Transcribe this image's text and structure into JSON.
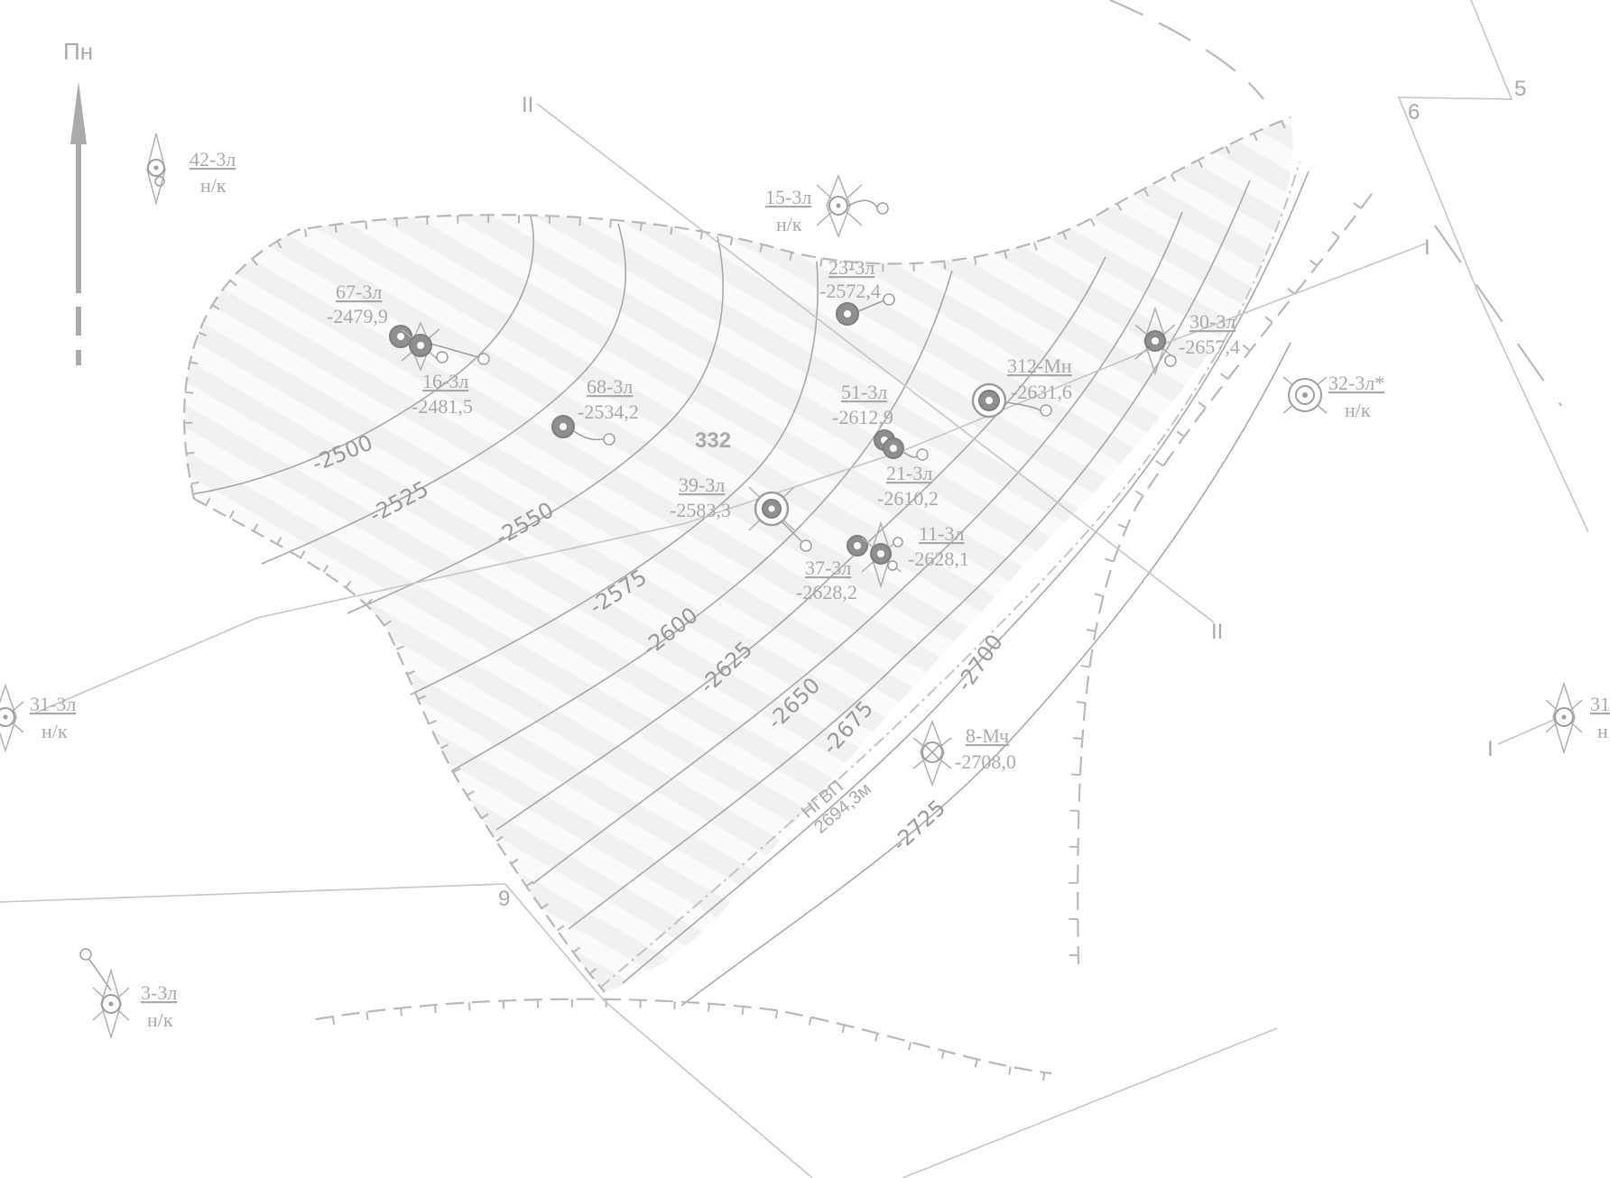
{
  "north_label": "Пн",
  "block_label": "332",
  "owc_label": {
    "line1": "НГВП",
    "line2": "2694,3м"
  },
  "profile_labels": [
    {
      "id": "II-start",
      "text": "II"
    },
    {
      "id": "II-end",
      "text": "II"
    },
    {
      "id": "I-right",
      "text": "I"
    },
    {
      "id": "I-far",
      "text": "I"
    }
  ],
  "fault_numbers": [
    {
      "id": "fault-5",
      "text": "5"
    },
    {
      "id": "fault-6",
      "text": "6"
    },
    {
      "id": "fault-9",
      "text": "9"
    }
  ],
  "contours": [
    {
      "id": "c-2500",
      "label": "-2500"
    },
    {
      "id": "c-2525",
      "label": "-2525"
    },
    {
      "id": "c-2550",
      "label": "-2550"
    },
    {
      "id": "c-2575",
      "label": "-2575"
    },
    {
      "id": "c-2600",
      "label": "-2600"
    },
    {
      "id": "c-2625",
      "label": "-2625"
    },
    {
      "id": "c-2650",
      "label": "-2650"
    },
    {
      "id": "c-2675",
      "label": "-2675"
    },
    {
      "id": "c-2700",
      "label": "-2700"
    },
    {
      "id": "c-2725",
      "label": "-2725"
    }
  ],
  "wells": [
    {
      "id": "w42",
      "name": "42-3л",
      "value": "н/к"
    },
    {
      "id": "w15",
      "name": "15-3л",
      "value": "н/к"
    },
    {
      "id": "w23",
      "name": "23-3л",
      "value": "-2572,4"
    },
    {
      "id": "w67",
      "name": "67-3л",
      "value": "-2479,9"
    },
    {
      "id": "w16",
      "name": "16-3л",
      "value": "-2481,5"
    },
    {
      "id": "w68",
      "name": "68-3л",
      "value": "-2534,2"
    },
    {
      "id": "w312",
      "name": "312-Мн",
      "value": "-2631,6"
    },
    {
      "id": "w30",
      "name": "30-3л",
      "value": "-2657,4"
    },
    {
      "id": "w32",
      "name": "32-3л*",
      "value": "н/к"
    },
    {
      "id": "w51",
      "name": "51-3л",
      "value": "-2612,9"
    },
    {
      "id": "w21",
      "name": "21-3л",
      "value": "-2610,2"
    },
    {
      "id": "w39",
      "name": "39-3л",
      "value": "-2583,3"
    },
    {
      "id": "w11",
      "name": "11-3л",
      "value": "-2628,1"
    },
    {
      "id": "w37",
      "name": "37-3л",
      "value": "-2628,2"
    },
    {
      "id": "w8",
      "name": "8-Мч",
      "value": "-2708,0"
    },
    {
      "id": "w31",
      "name": "31-3л",
      "value": "н/к"
    },
    {
      "id": "w3",
      "name": "3-3л",
      "value": "н/к"
    },
    {
      "id": "w31b",
      "name": "31",
      "value": "н"
    }
  ],
  "colors": {
    "line": "#b5b5b5",
    "contour": "#a6a6a6",
    "text": "#a9a9a9",
    "hatch": "#f2f2f2",
    "well_fill": "#8c8c8c"
  }
}
